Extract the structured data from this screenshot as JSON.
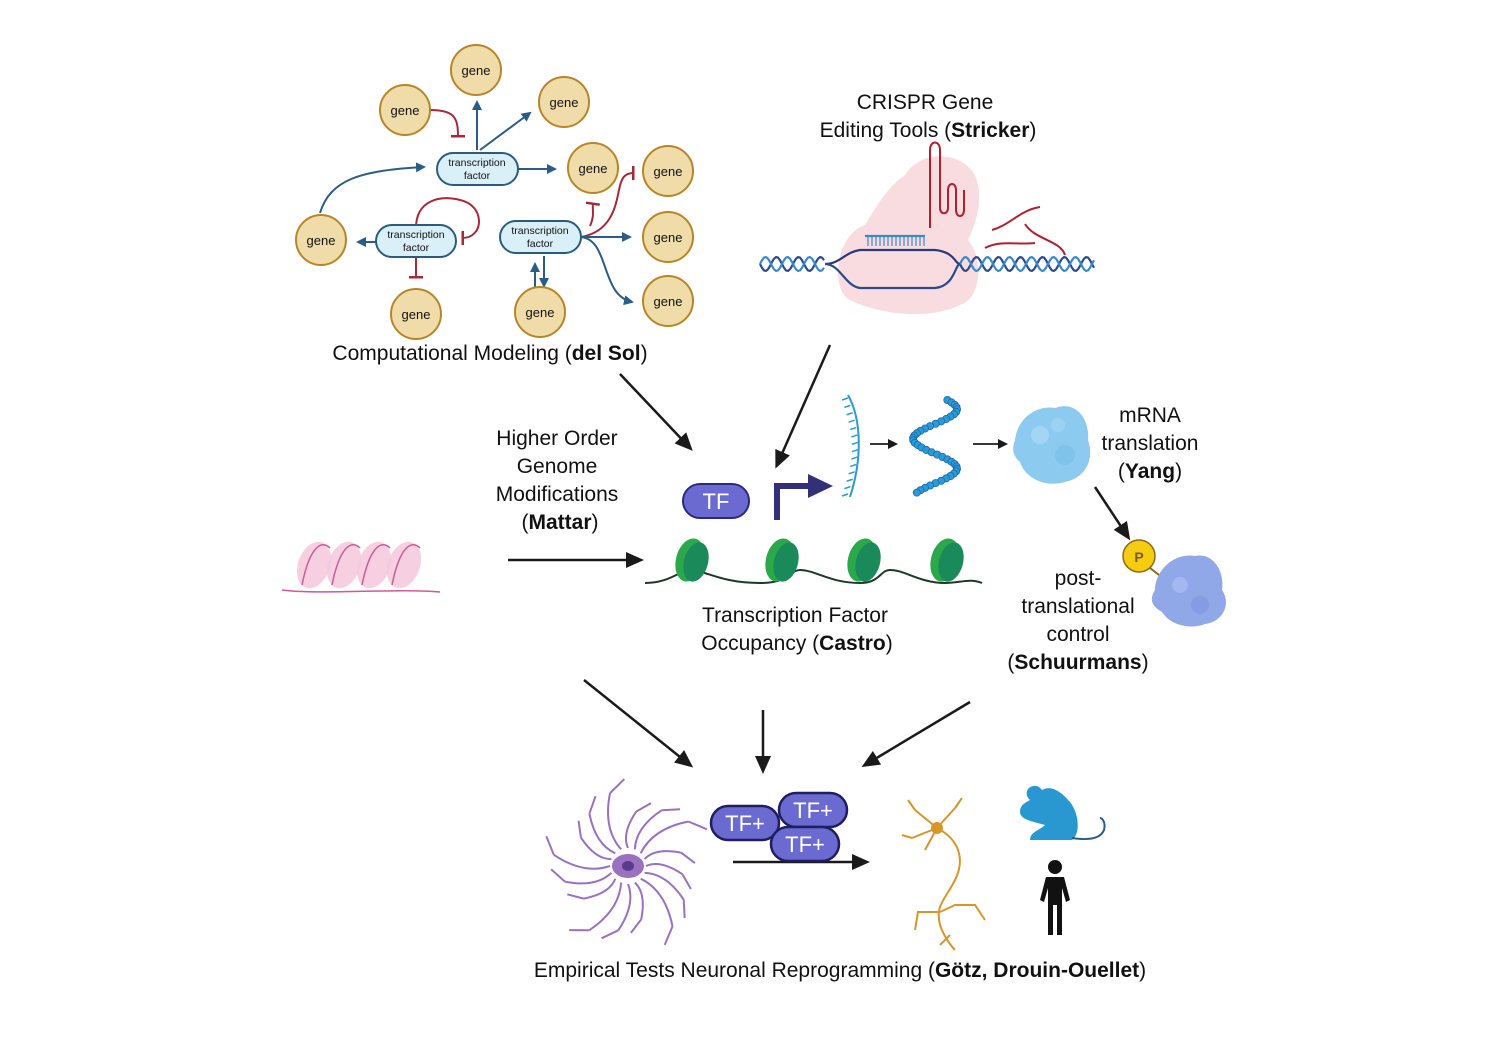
{
  "panels": {
    "computational_modeling": {
      "label": "Computational Modeling (",
      "author": "del Sol",
      "close": ")",
      "gene_label": "gene",
      "tf_label_line1": "transcription",
      "tf_label_line2": "factor"
    },
    "crispr": {
      "label_line1": "CRISPR Gene",
      "label_line2": "Editing Tools (",
      "author": "Stricker",
      "close": ")"
    },
    "higher_order": {
      "line1": "Higher Order",
      "line2": "Genome",
      "line3": "Modifications",
      "open": "(",
      "author": "Mattar",
      "close": ")"
    },
    "tf_occupancy": {
      "tf_label": "TF",
      "line1": "Transcription Factor",
      "line2": "Occupancy (",
      "author": "Castro",
      "close": ")"
    },
    "mrna_translation": {
      "line1": "mRNA",
      "line2": "translation",
      "open": "(",
      "author": "Yang",
      "close": ")"
    },
    "post_translational": {
      "phospho_label": "P",
      "line1": "post-",
      "line2": "translational",
      "line3": "control",
      "open": "(",
      "author": "Schuurmans",
      "close": ")"
    },
    "reprogramming": {
      "tf_plus": "TF+",
      "label": "Empirical Tests Neuronal Reprogramming (",
      "author": "Götz, Drouin-Ouellet",
      "close": ")"
    }
  },
  "colors": {
    "gene_fill": "#f0dca8",
    "gene_stroke": "#b8862a",
    "tf_fill": "#daf0f8",
    "tf_stroke": "#2a5c80",
    "activate": "#2a5c88",
    "inhibit": "#a8283a",
    "tf_pill": "#6a6ad0",
    "tf_pill_stroke": "#2a2a80",
    "promoter": "#33307a",
    "nucleosome": "#2aa84a",
    "mrna": "#2a9ad8",
    "protein": "#8ccaf0",
    "protein2": "#90a8e8",
    "phospho": "#f5cc10",
    "crispr_blob": "#f8d8dc",
    "astrocyte": "#9a70c0",
    "neuron": "#d8962a",
    "mouse": "#2a98d0",
    "arrow": "#1a1a1a"
  }
}
